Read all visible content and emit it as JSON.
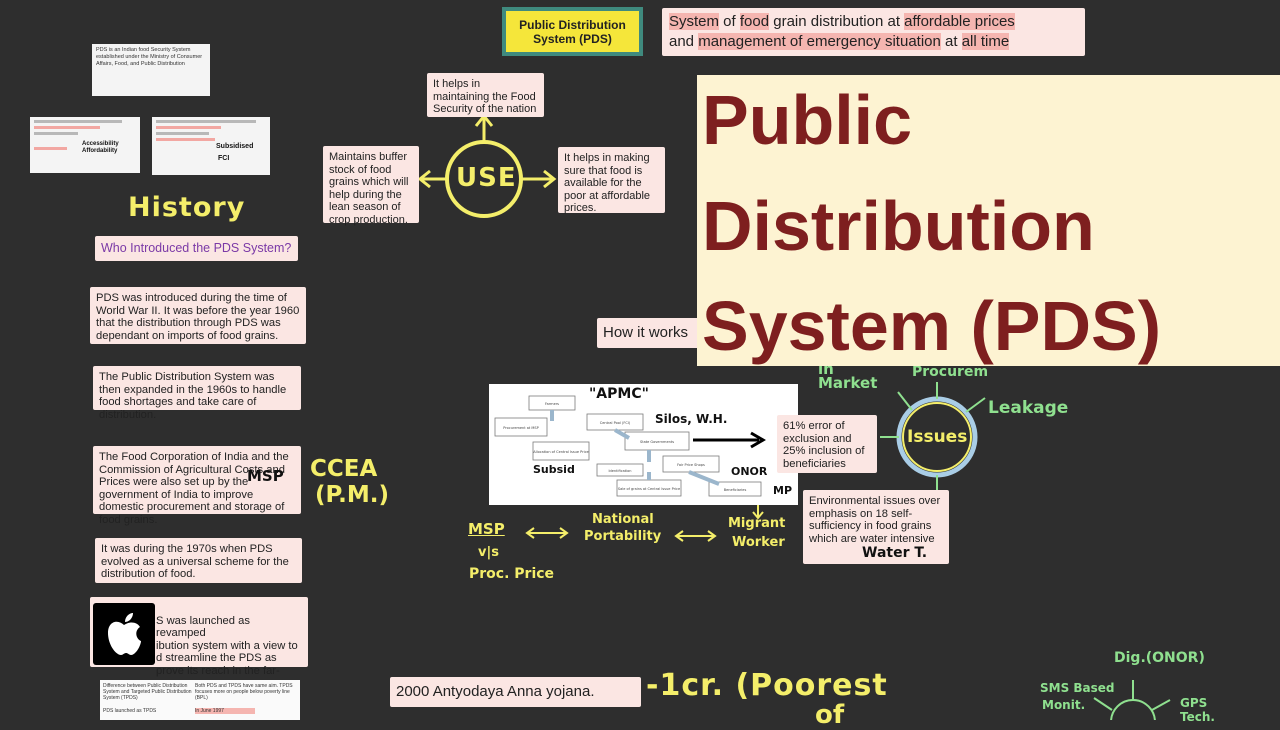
{
  "title_tag": "Public Distribution System (PDS)",
  "definition": {
    "parts": [
      "System",
      " of ",
      "food",
      " grain distribution at ",
      "affordable prices",
      "\nand ",
      "management of emergency situation",
      " at ",
      "all time"
    ]
  },
  "banner": {
    "line1": "Public",
    "line2": "Distribution",
    "line3": "System (PDS)"
  },
  "use_hub": {
    "label": "USE"
  },
  "use_notes": {
    "top": "It helps in maintaining the Food Security of the nation",
    "left": "Maintains buffer stock of food grains which will help during the lean season of crop production.",
    "right": "It helps in making sure that food is available for the poor at affordable prices."
  },
  "history": {
    "heading": "History",
    "question": "Who Introduced the PDS System?",
    "note1": "PDS was introduced during the time of World War II. It was before the year 1960 that the distribution through PDS was dependant on imports of food grains.",
    "note2": "The Public Distribution System was then expanded in the 1960s to handle food shortages and take care of distribution.",
    "note3": "The Food Corporation of India and the Commission of Agricultural Costs and Prices were also set up by the government of India to improve domestic procurement and storage of food grains.",
    "note3_hand": "MSP",
    "ccea_line1": "CCEA",
    "ccea_line2": "(P.M.)",
    "note4": "It was during the 1970s when PDS evolved as a universal scheme for the distribution of food.",
    "note5_visible": "S was launched as revamped\nibution system with a view to\nd streamline the PDS as\nprove its reach in the far-"
  },
  "thumbs": {
    "t1_text": "PDS is an Indian food Security System established under the Ministry of Consumer Affairs, Food, and Public Distribution",
    "t2_hand": "Accessibility Affordability",
    "t3_hand1": "Subsidised",
    "t3_hand2": "FCI"
  },
  "how_it_works": "How it works",
  "apmc": {
    "title": "\"APMC\"",
    "silos": "Silos, W.H.",
    "subsid": "Subsid",
    "onor": "ONOR",
    "mp": "MP",
    "boxes": [
      "Farmers",
      "Procurement at MSP",
      "Central Pool (FCI)",
      "Allocation of Central Issue Price",
      "State Governments",
      "Identification",
      "Fair Price Shops",
      "Sale of grains at Central Issue Price",
      "Beneficiaries"
    ]
  },
  "msp_chain": {
    "msp": "MSP",
    "vs": "v|s",
    "proc": "Proc. Price",
    "national1": "National",
    "national2": "Portability",
    "migrant1": "Migrant",
    "migrant2": "Worker"
  },
  "issues": {
    "hub": "Issues",
    "market": "in\nMarket",
    "procurement": "Procurem",
    "leakage": "Leakage",
    "error_note": "61% error of exclusion and 25% inclusion of beneficiaries",
    "env_note": "Environmental issues over emphasis on 18 self-sufficiency in food grains which are water intensive",
    "water_hand": "Water T."
  },
  "antyodaya": {
    "note": "2000 Antyodaya Anna yojana.",
    "hand": "-1cr. (Poorest",
    "hand2": "of"
  },
  "digital": {
    "dig": "Dig.(ONOR)",
    "sms1": "SMS Based",
    "sms2": "Monit.",
    "gps1": "GPS",
    "gps2": "Tech."
  },
  "bottom_table": {
    "c1": "Difference between Public Distribution System and Targeted Public Distribution System (TPDS)",
    "c2": "Both PDS and TPDS have same aim. TPDS focuses more on people below poverty line (BPL)",
    "c3": "PDS launched as TPDS",
    "c4": "In June 1997"
  },
  "colors": {
    "background": "#2e2e2e",
    "note_bg": "#fbe6e3",
    "highlight": "#f5b5b0",
    "yellow_ink": "#f4ee6a",
    "green_ink": "#8fe08f",
    "banner_bg": "#fdf3d2",
    "banner_text": "#7e1f1f",
    "tag_bg": "#f5e63a",
    "tag_border": "#3f8a7e"
  },
  "icons": {
    "app_logo": "apple-logo-icon"
  }
}
